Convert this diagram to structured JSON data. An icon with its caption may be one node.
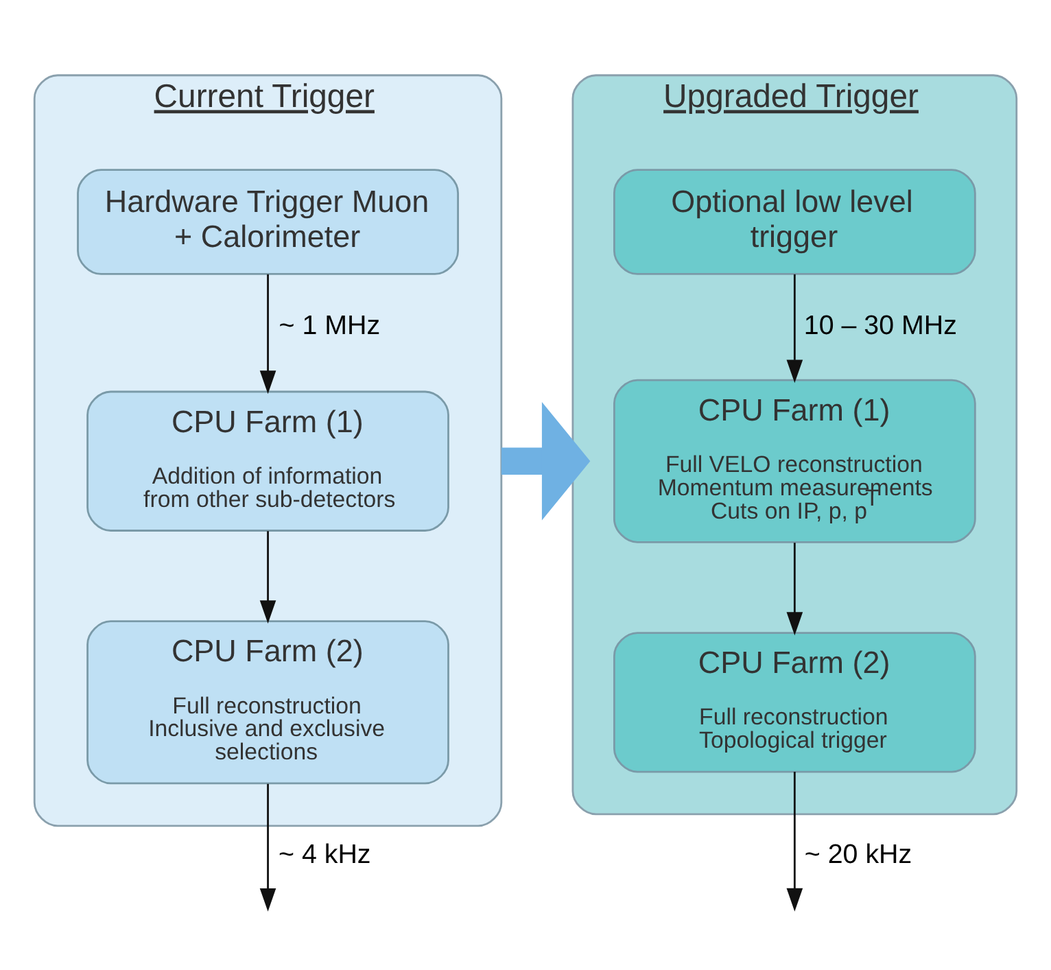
{
  "diagram": {
    "nodes": [
      {
        "text": [
          "Current Trigger"
        ]
      },
      {
        "text": [
          "Hardware Trigger Muon + Calorimeter"
        ],
        "in": 0
      },
      {
        "text": [
          "CPU Farm (1)",
          "Addition of information from other sub-detectors"
        ],
        "in": 0
      },
      {
        "text": [
          "CPU Farm (2)",
          "Full reconstruction Inclusive and exclusive selections"
        ],
        "in": 0
      },
      {
        "text": [
          "Upgraded Trigger"
        ]
      },
      {
        "text": [
          "Optional low level trigger"
        ],
        "in": 4
      },
      {
        "text": [
          "CPU Farm (1)",
          "Full VELO reconstruction Momentum measurements Cuts on IP, p, p$^{T}$"
        ],
        "in": 4
      },
      {
        "text": [
          "CPU Farm (2)",
          "Full reconstruction Topological trigger"
        ],
        "in": 4
      }
    ],
    "edges": [
      {
        "from": 1,
        "to": 2,
        "arrow": "to",
        "label": "~ 1 MHz"
      },
      {
        "from": 2,
        "to": 3,
        "arrow": "to"
      },
      {
        "from": 3,
        "to": null,
        "arrow": "to",
        "label": "~ 4 kHz"
      },
      {
        "from": 5,
        "to": 6,
        "arrow": "to",
        "label": "10 – 30 MHz"
      },
      {
        "from": 6,
        "to": 7,
        "arrow": "to"
      },
      {
        "from": 7,
        "to": null,
        "arrow": "to",
        "label": "~ 20 kHz"
      },
      {
        "from": 0,
        "to": 4,
        "arrow": "to",
        "style": "thick",
        "color": "#6fb1e3"
      }
    ]
  }
}
